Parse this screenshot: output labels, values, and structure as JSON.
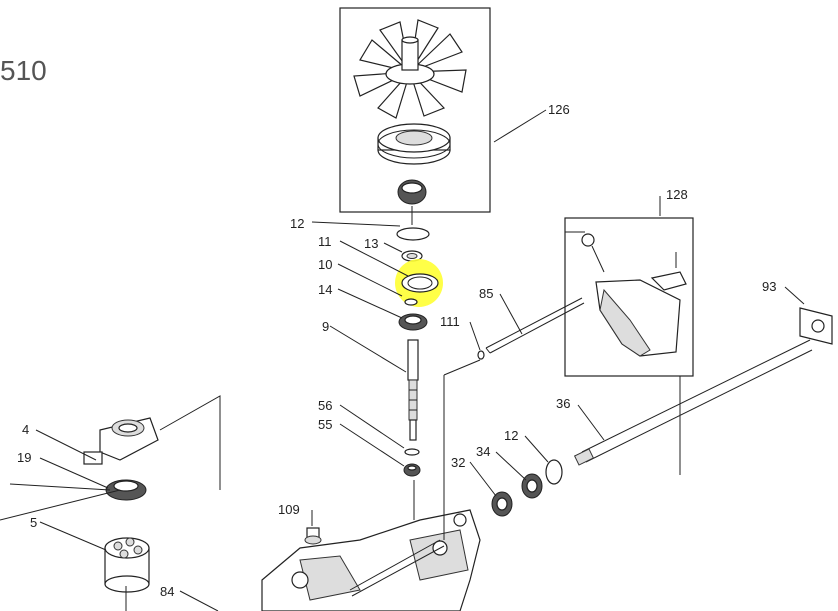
{
  "title_fragment": "510",
  "highlight_color": "#ffff33",
  "callouts": {
    "p126": "126",
    "p128": "128",
    "p12a": "12",
    "p13": "13",
    "p11": "11",
    "p10": "10",
    "p14": "14",
    "p9": "9",
    "p111": "111",
    "p85": "85",
    "p93": "93",
    "p36": "36",
    "p56": "56",
    "p55": "55",
    "p12b": "12",
    "p34": "34",
    "p32": "32",
    "p4": "4",
    "p19": "19",
    "p5": "5",
    "p109": "109",
    "p84": "84"
  }
}
